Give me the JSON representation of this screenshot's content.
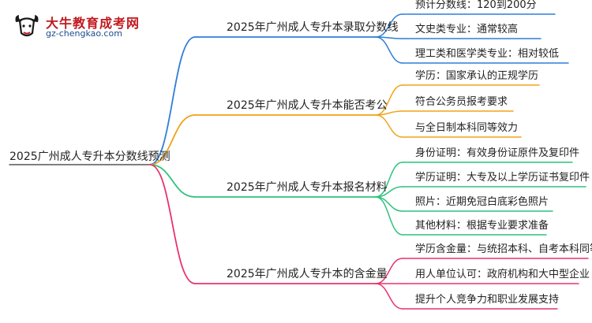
{
  "logo": {
    "name": "大牛教育成考网",
    "url": "gz-chengkao.com"
  },
  "colors": {
    "blue": "#2f7fd8",
    "orange": "#f0a316",
    "green": "#2ec27e",
    "pink": "#e8336b"
  },
  "root": {
    "label": "2025广州成人专升本分数线预测"
  },
  "branches": [
    {
      "label": "2025年广州成人专升本录取分数线",
      "color": "blue",
      "leaves": [
        "预计分数线：120到200分",
        "文史类专业：通常较高",
        "理工类和医学类专业：相对较低"
      ]
    },
    {
      "label": "2025年广州成人专升本能否考公",
      "color": "orange",
      "leaves": [
        "学历：国家承认的正规学历",
        "符合公务员报考要求",
        "与全日制本科同等效力"
      ]
    },
    {
      "label": "2025年广州成人专升本报名材料",
      "color": "green",
      "leaves": [
        "身份证明：有效身份证原件及复印件",
        "学历证明：大专及以上学历证书复印件",
        "照片：近期免冠白底彩色照片",
        "其他材料：根据专业要求准备"
      ]
    },
    {
      "label": "2025年广州成人专升本的含金量",
      "color": "pink",
      "leaves": [
        "学历含金量：与统招本科、自考本科同等",
        "用人单位认可：政府机构和大中型企业",
        "提升个人竞争力和职业发展支持"
      ]
    }
  ]
}
